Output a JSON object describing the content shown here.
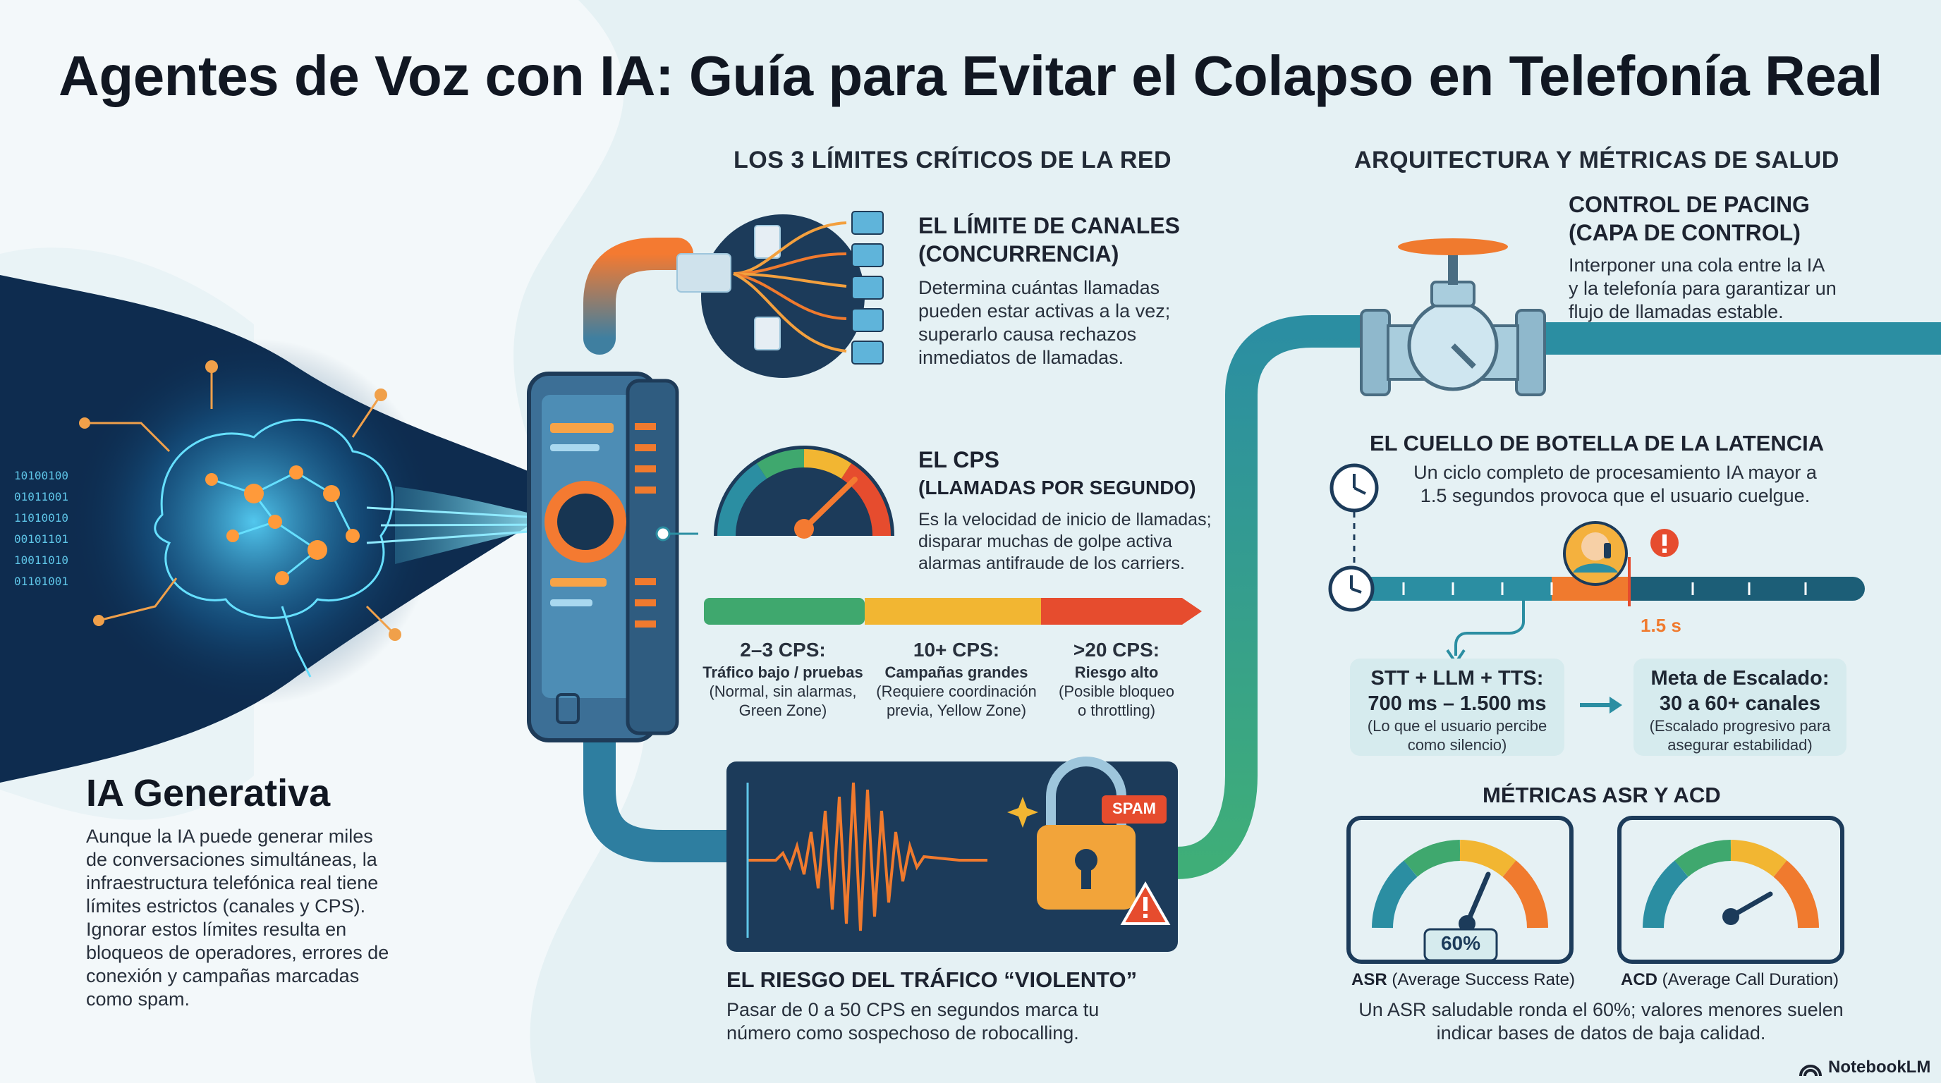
{
  "title": "Agentes de Voz con IA: Guía para Evitar el Colapso en Telefonía Real",
  "left": {
    "heading": "IA Generativa",
    "lines": [
      "Aunque la IA puede generar miles",
      "de conversaciones simultáneas, la",
      "infraestructura telefónica real tiene",
      "límites estrictos (canales y CPS).",
      "Ignorar estos límites resulta en",
      "bloqueos de operadores, errores de",
      "conexión y campañas marcadas",
      "como spam."
    ]
  },
  "limits": {
    "heading": "LOS 3 LÍMITES CRÍTICOS DE LA RED",
    "channels": {
      "title_lines": [
        "EL LÍMITE DE CANALES",
        "(CONCURRENCIA)"
      ],
      "lines": [
        "Determina cuántas llamadas",
        "pueden estar activas a la vez;",
        "superarlo causa rechazos",
        "inmediatos de llamadas."
      ]
    },
    "cps": {
      "title_lines": [
        "EL CPS",
        "(LLAMADAS POR SEGUNDO)"
      ],
      "lines": [
        "Es la velocidad de inicio de llamadas;",
        "disparar muchas de golpe activa",
        "alarmas antifraude de los carriers."
      ],
      "zones": [
        {
          "title": "2–3 CPS:",
          "label": "Tráfico bajo / pruebas",
          "lines": [
            "(Normal, sin alarmas,",
            "Green Zone)"
          ],
          "color": "#3fa86e"
        },
        {
          "title": "10+ CPS:",
          "label": "Campañas grandes",
          "lines": [
            "(Requiere coordinación",
            "previa, Yellow Zone)"
          ],
          "color": "#f2b632"
        },
        {
          "title": ">20 CPS:",
          "label": "Riesgo alto",
          "lines": [
            "(Posible bloqueo",
            "o throttling)"
          ],
          "color": "#e64c2e"
        }
      ]
    },
    "violent": {
      "badge": "SPAM",
      "title": "EL RIESGO DEL TRÁFICO “VIOLENTO”",
      "lines": [
        "Pasar de 0 a 50 CPS en segundos marca tu",
        "número como sospechoso de robocalling."
      ]
    }
  },
  "arch": {
    "heading": "ARQUITECTURA Y MÉTRICAS DE SALUD",
    "pacing": {
      "title_lines": [
        "CONTROL DE PACING",
        "(CAPA DE CONTROL)"
      ],
      "lines": [
        "Interponer una cola entre la IA",
        "y la telefonía para garantizar un",
        "flujo de llamadas estable."
      ]
    },
    "latency": {
      "title": "EL CUELLO DE BOTELLA DE LA LATENCIA",
      "lines": [
        "Un ciclo completo de procesamiento IA mayor a",
        "1.5 segundos provoca que el usuario cuelgue."
      ],
      "marker": "1.5 s",
      "card1": {
        "title_lines": [
          "STT + LLM + TTS:",
          "700 ms – 1.500 ms"
        ],
        "lines": [
          "(Lo que el usuario percibe",
          "como silencio)"
        ]
      },
      "card2": {
        "title_lines": [
          "Meta de Escalado:",
          "30 a 60+ canales"
        ],
        "lines": [
          "(Escalado progresivo para",
          "asegurar estabilidad)"
        ]
      }
    },
    "metrics": {
      "title": "MÉTRICAS ASR Y ACD",
      "asr": {
        "value": "60%",
        "abbr": "ASR",
        "name": "(Average Success Rate)"
      },
      "acd": {
        "abbr": "ACD",
        "name": "(Average Call Duration)"
      },
      "lines": [
        "Un ASR saludable ronda el 60%; valores menores suelen",
        "indicar bases de datos de baja calidad."
      ]
    }
  },
  "footer": {
    "logo": "NotebookLM"
  },
  "colors": {
    "teal": "#2b8ea2",
    "green": "#3fa86e",
    "orange": "#f07a2e",
    "red": "#e64c2e",
    "yellow": "#f2b632",
    "navy": "#1c3b5a"
  }
}
